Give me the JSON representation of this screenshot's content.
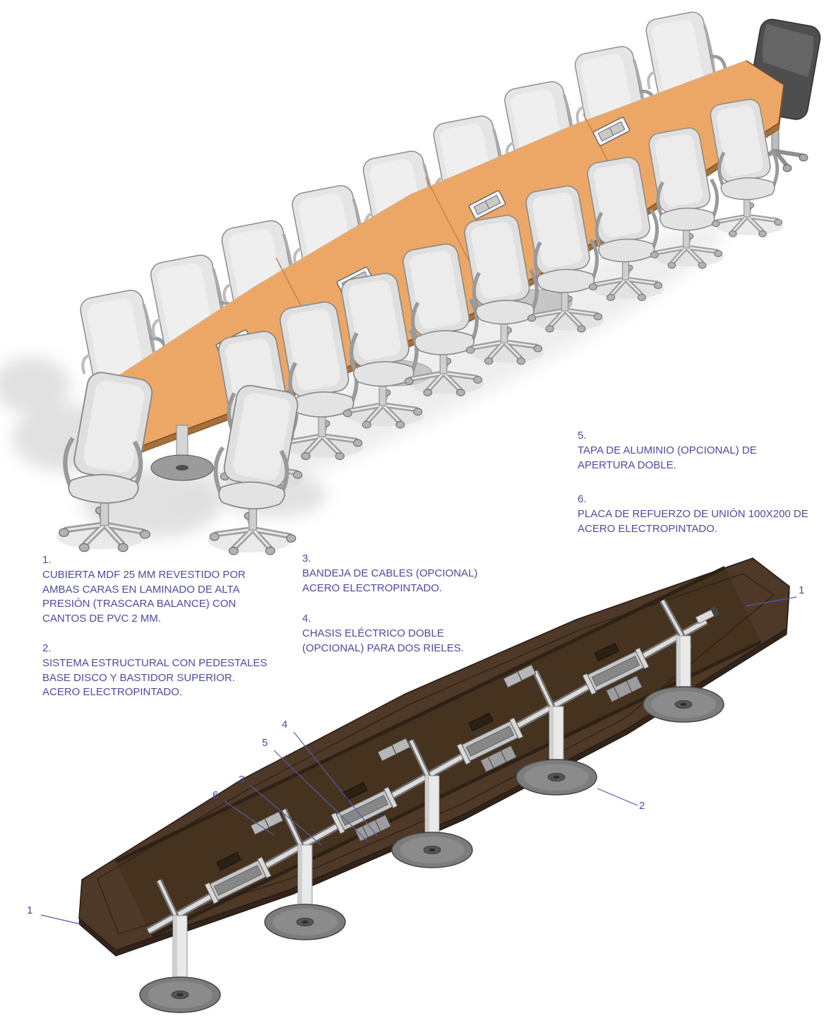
{
  "colors": {
    "table_top": "#ECA767",
    "table_edge": "#A86F38",
    "underside_surface": "#4E3827",
    "underside_recess": "#45321F",
    "annotation_text": "#4C4C9E",
    "chair_body": "#E4E4E4",
    "pedestal_gray": "#7C7C7C"
  },
  "notes": [
    {
      "num": "1.",
      "text": "CUBIERTA MDF 25 MM REVESTIDO POR AMBAS CARAS EN LAMINADO DE ALTA PRESIÓN (TRASCARA BALANCE) CON CANTOS DE PVC 2 MM."
    },
    {
      "num": "2.",
      "text": "SISTEMA ESTRUCTURAL CON PEDESTALES BASE DISCO Y BASTIDOR SUPERIOR. ACERO ELECTROPINTADO."
    },
    {
      "num": "3.",
      "text": "BANDEJA DE CABLES (OPCIONAL) ACERO ELECTROPINTADO."
    },
    {
      "num": "4.",
      "text": "CHASIS ELÉCTRICO DOBLE (OPCIONAL) PARA DOS RIELES."
    },
    {
      "num": "5.",
      "text": "TAPA DE ALUMINIO (OPCIONAL) DE APERTURA DOBLE."
    },
    {
      "num": "6.",
      "text": "PLACA DE REFUERZO DE UNIÓN 100X200 DE ACERO ELECTROPINTADO."
    }
  ],
  "callouts": {
    "top_right_1": "1",
    "pedestal_2": "2",
    "bandeja_3": "3",
    "chassis_4": "4",
    "tapa_5": "5",
    "placa_6": "6",
    "bottom_left_1": "1"
  }
}
